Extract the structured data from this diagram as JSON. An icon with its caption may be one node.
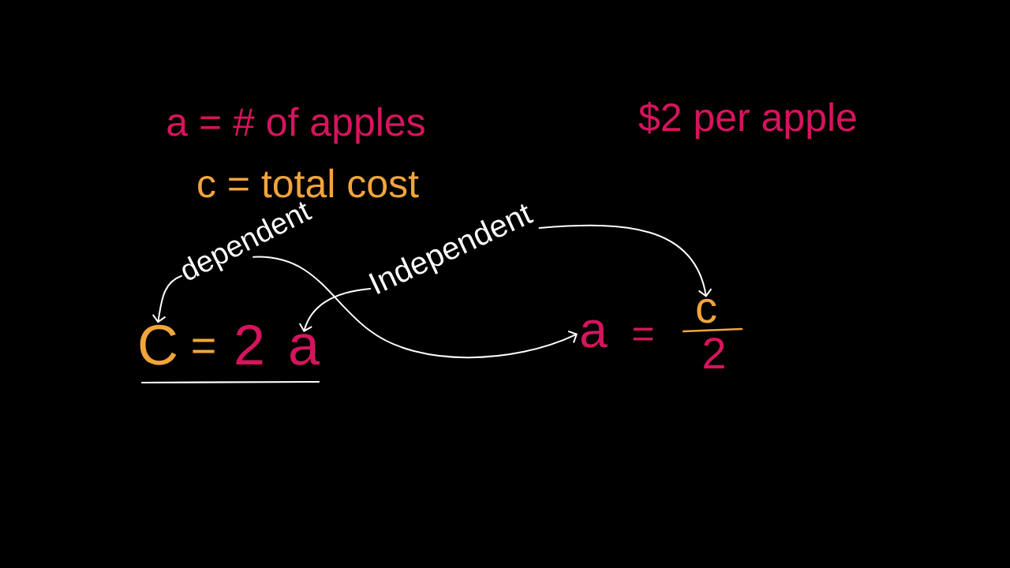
{
  "diagram": {
    "nodes": [
      {
        "text": [
          "dependent"
        ]
      },
      {
        "text": [
          "Independent"
        ]
      },
      {
        "text": [
          "C"
        ]
      },
      {
        "text": [
          "a"
        ]
      },
      {
        "text": [
          "a"
        ]
      },
      {
        "text": [
          "c"
        ]
      }
    ],
    "edges": [
      {
        "from": 0,
        "to": 2,
        "arrow": "to"
      },
      {
        "from": 1,
        "to": 3,
        "arrow": "to"
      },
      {
        "from": 0,
        "to": 4,
        "arrow": "to"
      },
      {
        "from": 1,
        "to": 5,
        "arrow": "to"
      }
    ],
    "labels": [
      "a = # of apples",
      "$2 per apple",
      "c = total cost",
      "=",
      "2",
      "=",
      "2"
    ]
  }
}
